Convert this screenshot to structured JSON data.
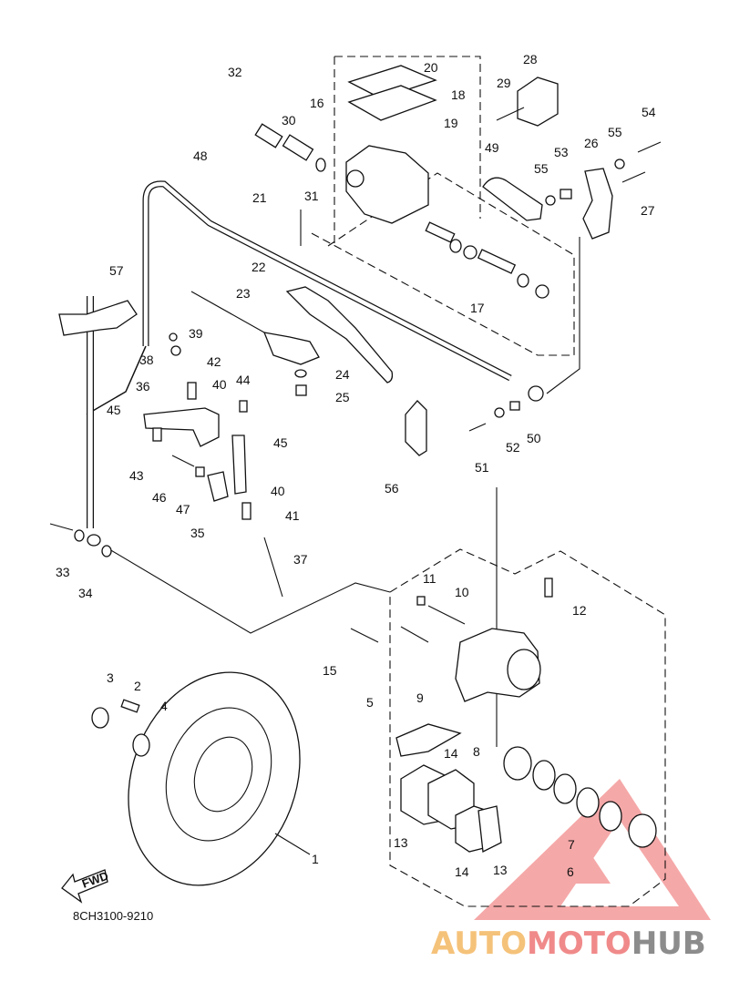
{
  "diagram": {
    "title": "Rear brake / master cylinder exploded view",
    "diagram_code": "8CH3100-9210",
    "fwd_label": "FWD",
    "watermark": {
      "parts": [
        {
          "text": "AUTO",
          "color": "#f5c27a"
        },
        {
          "text": "MOTO",
          "color": "#f08a8a"
        },
        {
          "text": "HUB",
          "color": "#8c8c8c"
        }
      ],
      "triangle_color": "#f28b8b"
    },
    "callouts": {
      "c1": "1",
      "c2": "2",
      "c3": "3",
      "c4": "4",
      "c5": "5",
      "c6": "6",
      "c7": "7",
      "c8": "8",
      "c9": "9",
      "c10": "10",
      "c11": "11",
      "c12": "12",
      "c13a": "13",
      "c13b": "13",
      "c14a": "14",
      "c14b": "14",
      "c15": "15",
      "c16": "16",
      "c17": "17",
      "c18": "18",
      "c19": "19",
      "c20": "20",
      "c21": "21",
      "c22": "22",
      "c23": "23",
      "c24": "24",
      "c25": "25",
      "c26": "26",
      "c27": "27",
      "c28": "28",
      "c29": "29",
      "c30": "30",
      "c31": "31",
      "c32": "32",
      "c33": "33",
      "c34": "34",
      "c35": "35",
      "c36": "36",
      "c37": "37",
      "c38": "38",
      "c39": "39",
      "c40a": "40",
      "c40b": "40",
      "c41": "41",
      "c42": "42",
      "c43": "43",
      "c44": "44",
      "c45a": "45",
      "c45b": "45",
      "c46": "46",
      "c47": "47",
      "c48": "48",
      "c49": "49",
      "c50": "50",
      "c51": "51",
      "c52": "52",
      "c53": "53",
      "c54": "54",
      "c55a": "55",
      "c55b": "55",
      "c56": "56",
      "c57": "57"
    }
  }
}
